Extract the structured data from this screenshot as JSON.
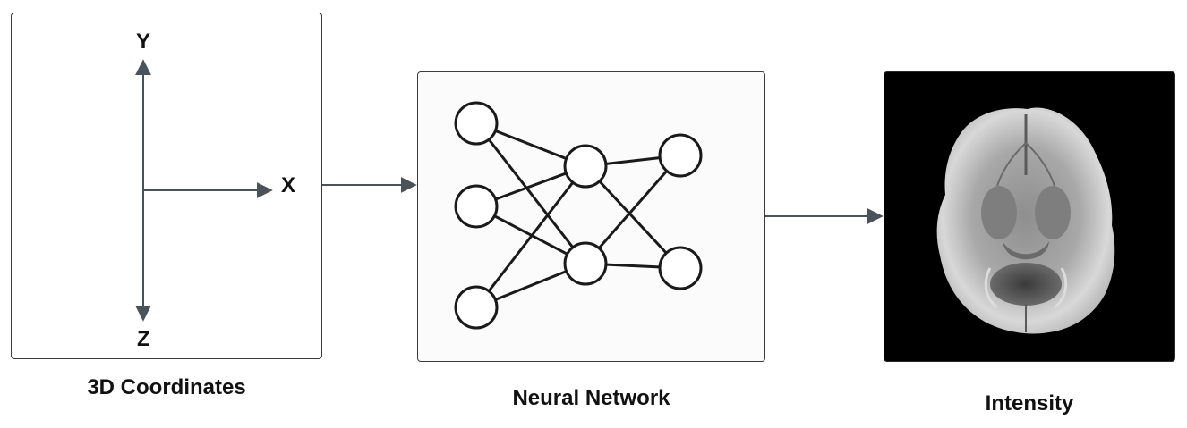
{
  "panels": {
    "coordinates": {
      "caption": "3D Coordinates",
      "axes": {
        "y": "Y",
        "x": "X",
        "z": "Z"
      }
    },
    "network": {
      "caption": "Neural Network",
      "layers": [
        3,
        2,
        2
      ]
    },
    "output": {
      "caption": "Intensity",
      "image": "axial-brain-mri-slice"
    }
  },
  "colors": {
    "arrow": "#4a525a",
    "line": "#1a1a1a",
    "border": "#3a3a3a"
  }
}
